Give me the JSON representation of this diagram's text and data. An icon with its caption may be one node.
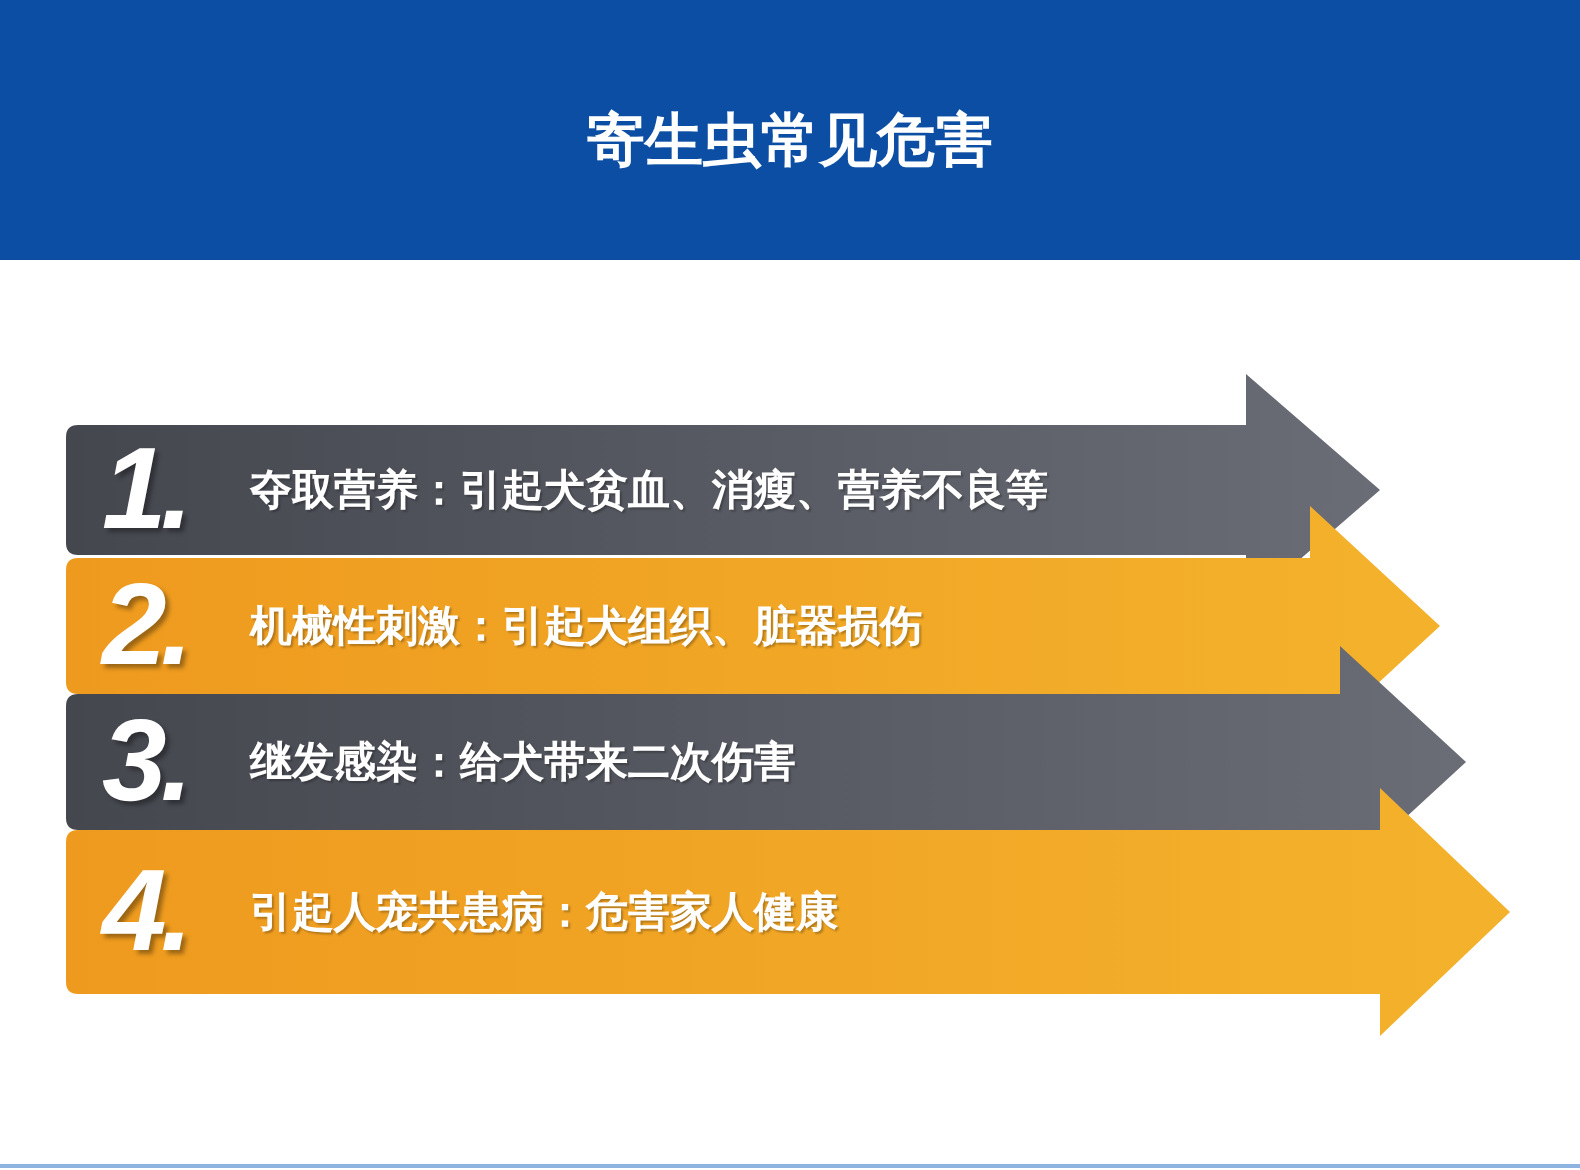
{
  "diagram": {
    "title": "寄生虫常见危害",
    "nodes": [
      {
        "text": [
          "1.",
          "夺取营养：引起犬贫血、消瘦、营养不良等"
        ]
      },
      {
        "text": [
          "2.",
          "机械性刺激：引起犬组织、脏器损伤"
        ]
      },
      {
        "text": [
          "3.",
          "继发感染：给犬带来二次伤害"
        ]
      },
      {
        "text": [
          "4.",
          "引起人宠共患病：危害家人健康"
        ]
      }
    ],
    "edges": []
  }
}
